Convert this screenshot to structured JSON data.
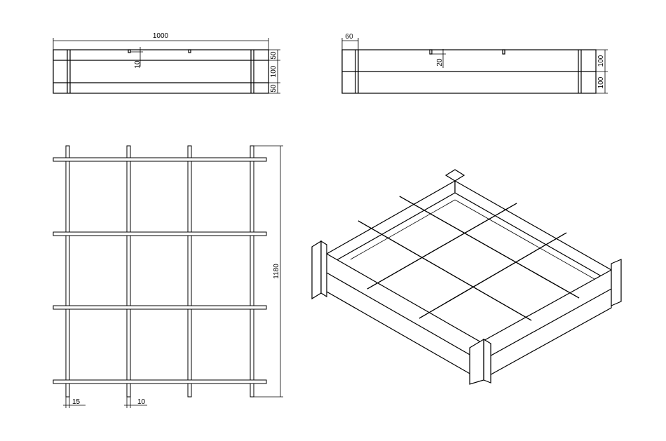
{
  "drawing": {
    "front_view": {
      "width_label": "1000",
      "slot_label": "10",
      "height_labels": [
        "50",
        "100",
        "50"
      ]
    },
    "side_view": {
      "offset_label": "60",
      "slot_label": "20",
      "height_labels": [
        "100",
        "100"
      ]
    },
    "plan_view": {
      "length_label": "1180",
      "overhang_label": "15",
      "rod_width_label": "10"
    },
    "iso_view": {}
  }
}
